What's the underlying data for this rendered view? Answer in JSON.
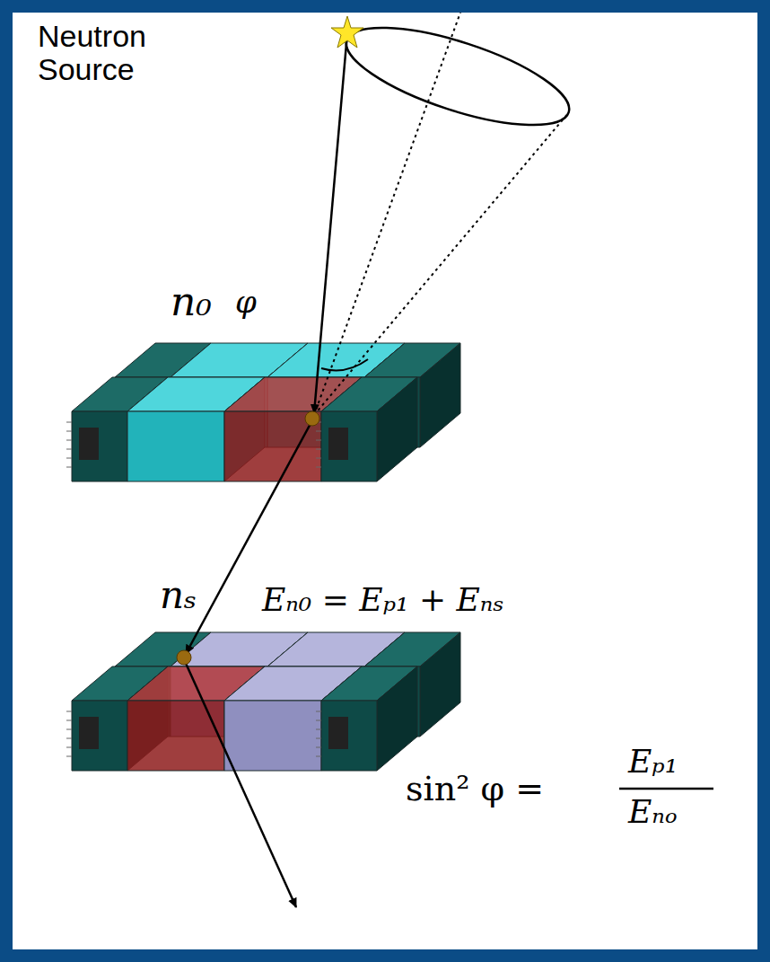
{
  "diagram": {
    "labels": [
      "Neutron Source",
      "n₀",
      "φ",
      "nₛ",
      "Eₙ₀ = Eₚ₁ + Eₙₛ",
      "sin² φ =",
      "Eₚ₁",
      "Eₙₒ"
    ]
  }
}
